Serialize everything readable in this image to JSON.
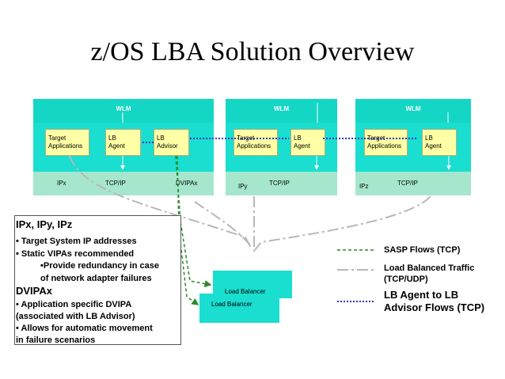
{
  "title": "z/OS LBA Solution Overview",
  "systems": [
    {
      "wlm": "WLM",
      "box1": [
        "Target",
        "Applications"
      ],
      "box2": [
        "LB",
        "Agent"
      ],
      "box3": [
        "LB",
        "Advisor"
      ],
      "ip": "IPx",
      "tcp": "TCP/IP",
      "dvipa": "DVIPAx"
    },
    {
      "wlm": "WLM",
      "box1": [
        "Target",
        "Applications"
      ],
      "box2": [
        "LB",
        "Agent"
      ],
      "ip": "IPy",
      "tcp": "TCP/IP"
    },
    {
      "wlm": "WLM",
      "box1": [
        "Target",
        "Applications"
      ],
      "box2": [
        "LB",
        "Agent"
      ],
      "ip": "IPz",
      "tcp": "TCP/IP"
    }
  ],
  "load_balancers": [
    {
      "label": "Load Balancer"
    },
    {
      "label": "Load Balancer"
    }
  ],
  "info_panel": {
    "heading1": "IPx, IPy, IPz",
    "bullet1": "Target System IP addresses",
    "bullet2": "Static VIPAs recommended",
    "sub1": "Provide redundancy in case",
    "sub2": "of network adapter failures",
    "heading2": "DVIPAx",
    "bullet3": "Application specific DVIPA",
    "line3b": "(associated with LB Advisor)",
    "bullet4": "Allows for automatic movement",
    "line4b": "in failure scenarios"
  },
  "legend": [
    {
      "lines": [
        "SASP Flows (TCP)"
      ],
      "color": "#2a8a2a"
    },
    {
      "lines": [
        "Load Balanced Traffic",
        "(TCP/UDP)"
      ],
      "color": "#b8b8b8"
    },
    {
      "lines": [
        "LB Agent to LB",
        "Advisor Flows (TCP)"
      ],
      "color": "#2a38b8"
    }
  ]
}
